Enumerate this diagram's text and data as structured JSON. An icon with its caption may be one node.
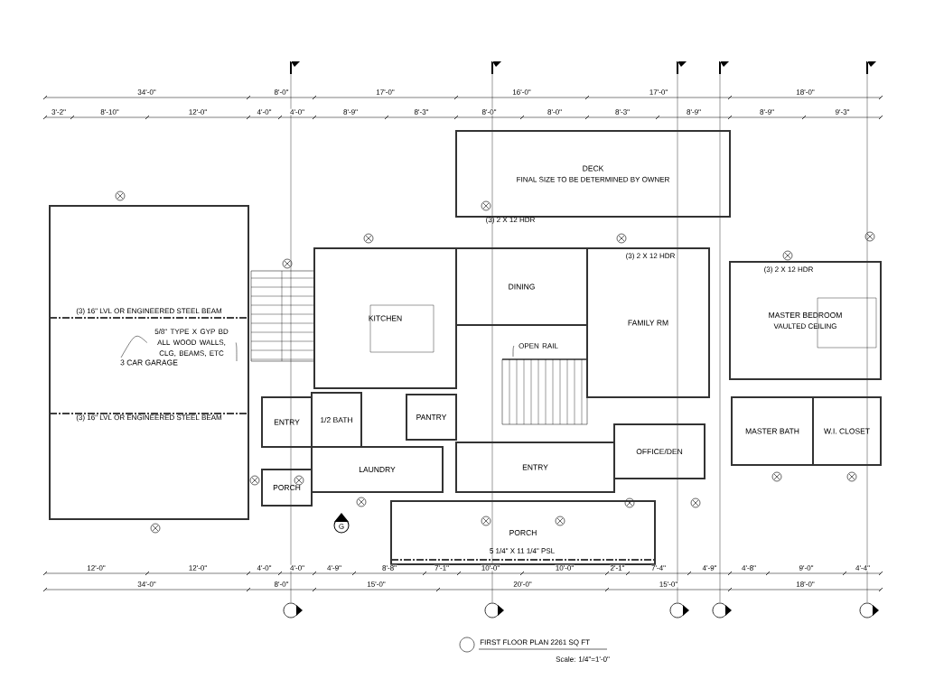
{
  "diagram": {
    "title": "FIRST FLOOR PLAN  2261 SQ FT",
    "nodes": [
      {
        "text": [
          "3 CAR GARAGE"
        ]
      },
      {
        "text": [
          "5/8\" TYPE X GYP BD ALL WOOD WALLS, CLG, BEAMS, ETC"
        ],
        "in": 0
      },
      {
        "text": [
          "DECK",
          "FINAL SIZE TO BE DETERMINED BY OWNER"
        ]
      },
      {
        "text": [
          "KITCHEN"
        ]
      },
      {
        "text": [
          "DINING"
        ]
      },
      {
        "text": [
          "OPEN RAIL"
        ]
      },
      {
        "text": [
          "FAMILY RM"
        ]
      },
      {
        "text": [
          "MASTER BEDROOM",
          "VAULTED CEILING"
        ]
      },
      {
        "text": [
          "ENTRY"
        ]
      },
      {
        "text": [
          "1/2 BATH"
        ]
      },
      {
        "text": [
          "PANTRY"
        ]
      },
      {
        "text": [
          "LAUNDRY"
        ]
      },
      {
        "text": [
          "ENTRY"
        ]
      },
      {
        "text": [
          "OFFICE/DEN"
        ]
      },
      {
        "text": [
          "MASTER BATH"
        ]
      },
      {
        "text": [
          "W.I. CLOSET"
        ]
      },
      {
        "text": [
          "PORCH"
        ]
      },
      {
        "text": [
          "PORCH"
        ]
      }
    ],
    "edges": [
      {
        "from": 1,
        "to": null,
        "arrow": "none"
      },
      {
        "from": 1,
        "to": null,
        "arrow": "none"
      },
      {
        "from": 5,
        "to": null,
        "arrow": "none"
      }
    ],
    "labels": [
      "34'-0\"",
      "8'-0\"",
      "17'-0\"",
      "16'-0\"",
      "17'-0\"",
      "18'-0\"",
      "3'-2\"",
      "8'-10\"",
      "12'-0\"",
      "4'-0\"",
      "4'-0\"",
      "8'-9\"",
      "8'-3\"",
      "8'-0\"",
      "8'-0\"",
      "8'-3\"",
      "8'-9\"",
      "8'-9\"",
      "9'-3\"",
      "12'-0\"",
      "12'-0\"",
      "4'-0\"",
      "4'-0\"",
      "4'-9\"",
      "8'-8\"",
      "7'-1\"",
      "10'-0\"",
      "10'-0\"",
      "2'-1\"",
      "7'-4\"",
      "4'-9\"",
      "4'-8\"",
      "9'-0\"",
      "4'-4\"",
      "34'-0\"",
      "8'-0\"",
      "15'-0\"",
      "20'-0\"",
      "15'-0\"",
      "18'-0\"",
      "(3) 2 X 12 HDR",
      "(3) 2 X 12 HDR",
      "(3) 2 X 12 HDR",
      "(3) 16\" LVL OR ENGINEERED STEEL BEAM",
      "(3) 16\" LVL OR ENGINEERED STEEL BEAM",
      "5 1/4\" X 11 1/4\" PSL",
      "G",
      "Scale: 1/4\"=1'-0\""
    ]
  }
}
